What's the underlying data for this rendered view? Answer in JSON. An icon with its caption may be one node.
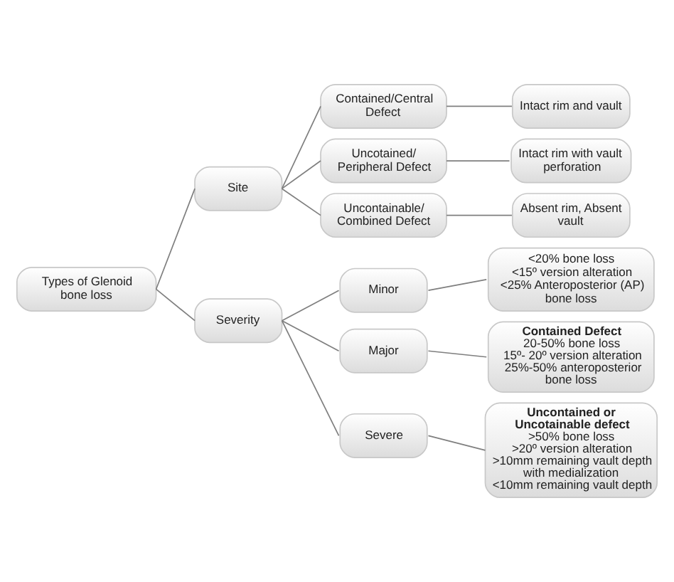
{
  "diagram": {
    "nodes": [
      {
        "text": [
          "Types of Glenoid bone loss"
        ]
      },
      {
        "text": [
          "Site"
        ]
      },
      {
        "text": [
          "Contained/Central Defect"
        ]
      },
      {
        "text": [
          "Intact rim and vault"
        ]
      },
      {
        "text": [
          "Uncotained/ Peripheral Defect"
        ]
      },
      {
        "text": [
          "Intact rim with vault perforation"
        ]
      },
      {
        "text": [
          "Uncontainable/ Combined Defect"
        ]
      },
      {
        "text": [
          "Absent rim, Absent vault"
        ]
      },
      {
        "text": [
          "Severity"
        ]
      },
      {
        "text": [
          "Minor"
        ]
      },
      {
        "text": [
          "<20% bone loss",
          "<15º version alteration",
          "<25% Anteroposterior (AP) bone loss"
        ]
      },
      {
        "text": [
          "Major"
        ]
      },
      {
        "text": [
          "Contained Defect",
          "20-50% bone loss",
          "15º- 20º version alteration",
          "25%-50% anteroposterior bone loss"
        ]
      },
      {
        "text": [
          "Severe"
        ]
      },
      {
        "text": [
          "Uncontained or Uncotainable defect",
          ">50% bone loss",
          ">20º version alteration",
          ">10mm remaining vault depth with medialization",
          "<10mm remaining vault depth"
        ]
      }
    ],
    "edges": [
      {
        "from": 0,
        "to": 1,
        "arrow": "none"
      },
      {
        "from": 0,
        "to": 8,
        "arrow": "none"
      },
      {
        "from": 1,
        "to": 2,
        "arrow": "none"
      },
      {
        "from": 1,
        "to": 4,
        "arrow": "none"
      },
      {
        "from": 1,
        "to": 6,
        "arrow": "none"
      },
      {
        "from": 2,
        "to": 3,
        "arrow": "none"
      },
      {
        "from": 4,
        "to": 5,
        "arrow": "none"
      },
      {
        "from": 6,
        "to": 7,
        "arrow": "none"
      },
      {
        "from": 8,
        "to": 9,
        "arrow": "none"
      },
      {
        "from": 8,
        "to": 11,
        "arrow": "none"
      },
      {
        "from": 8,
        "to": 13,
        "arrow": "none"
      },
      {
        "from": 9,
        "to": 10,
        "arrow": "none"
      },
      {
        "from": 11,
        "to": 12,
        "arrow": "none"
      },
      {
        "from": 13,
        "to": 14,
        "arrow": "none"
      }
    ]
  }
}
